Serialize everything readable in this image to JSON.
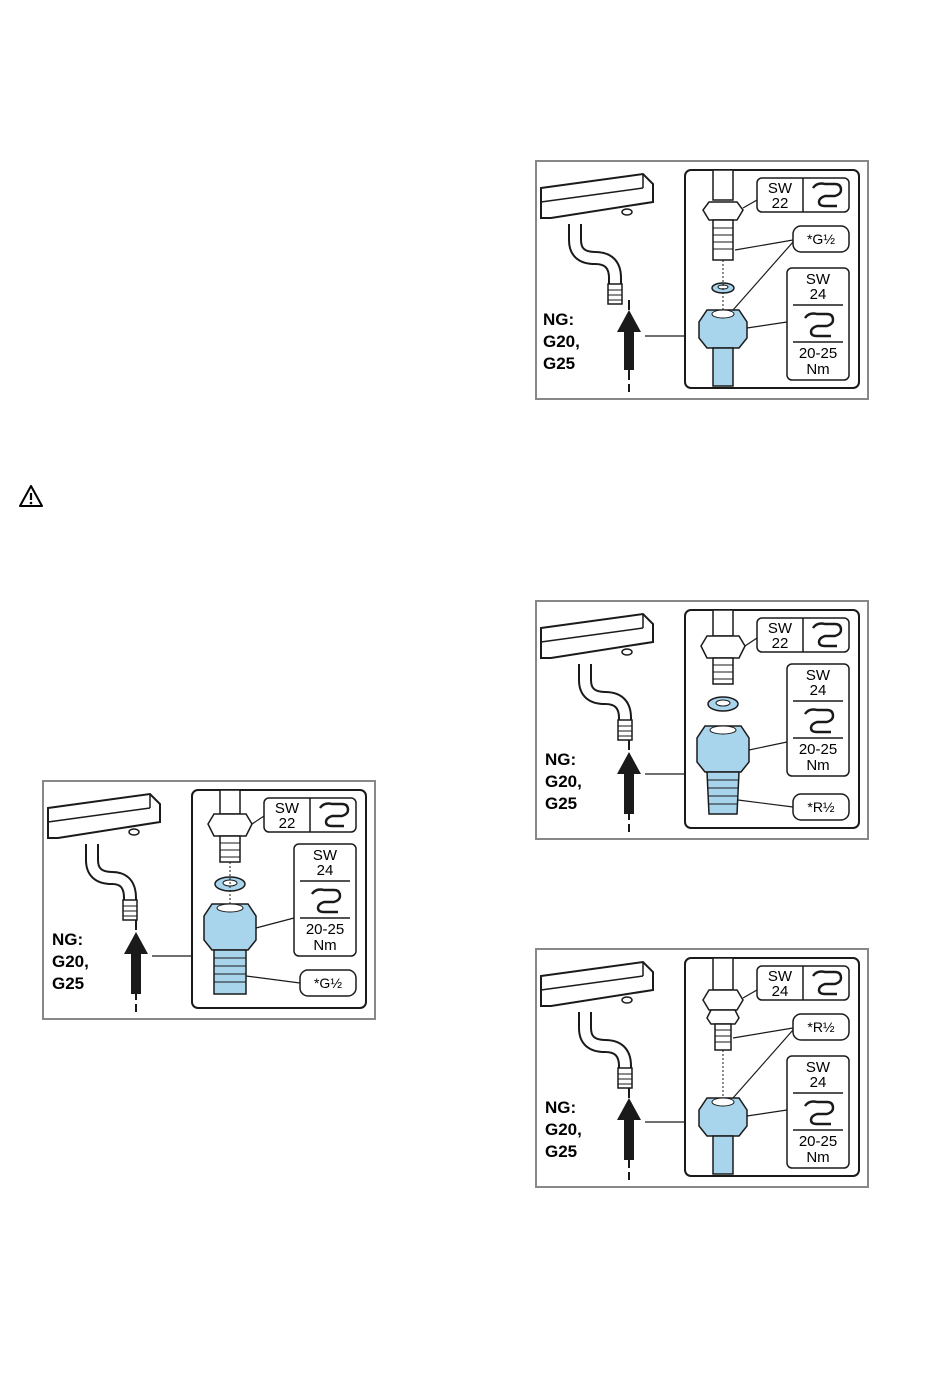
{
  "figures": [
    {
      "id": "fig-top",
      "gas": [
        "NG:",
        "G20,",
        "G25"
      ],
      "wrench_top": [
        "SW",
        "22"
      ],
      "thread_label": "*G½",
      "wrench_bottom": [
        "SW",
        "24"
      ],
      "torque": [
        "20-25",
        "Nm"
      ]
    },
    {
      "id": "fig-left",
      "gas": [
        "NG:",
        "G20,",
        "G25"
      ],
      "wrench_top": [
        "SW",
        "22"
      ],
      "thread_label": "*G½",
      "wrench_bottom": [
        "SW",
        "24"
      ],
      "torque": [
        "20-25",
        "Nm"
      ]
    },
    {
      "id": "fig-middle",
      "gas": [
        "NG:",
        "G20,",
        "G25"
      ],
      "wrench_top": [
        "SW",
        "22"
      ],
      "thread_label": "*R½",
      "wrench_bottom": [
        "SW",
        "24"
      ],
      "torque": [
        "20-25",
        "Nm"
      ]
    },
    {
      "id": "fig-bottom",
      "gas": [
        "NG:",
        "G20,",
        "G25"
      ],
      "wrench_top": [
        "SW",
        "24"
      ],
      "thread_label": "*R½",
      "wrench_bottom": [
        "SW",
        "24"
      ],
      "torque": [
        "20-25",
        "Nm"
      ]
    }
  ],
  "colors": {
    "fitting_blue": "#a8d4ec",
    "frame_gray": "#888888",
    "ink": "#1a1a1a"
  },
  "icons": [
    "warning-triangle-icon",
    "wrench-icon"
  ]
}
